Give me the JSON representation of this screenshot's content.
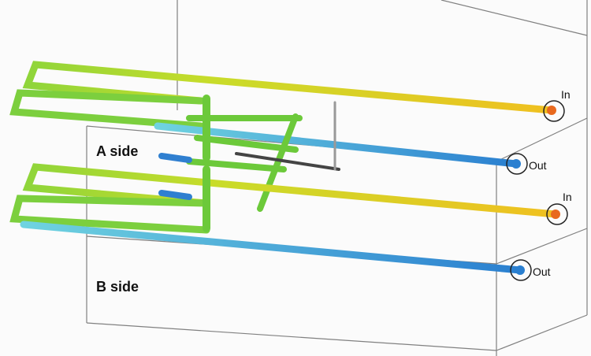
{
  "labels": {
    "a_side": "A side",
    "b_side": "B side",
    "a_in": "In",
    "a_out": "Out",
    "b_in": "In",
    "b_out": "Out"
  },
  "colors": {
    "inlet_pipe": "#e8d21c",
    "outlet_pipe": "#3db5d8",
    "manifold": "#6cc93a",
    "port": "#e8691e",
    "frame": "#777777"
  }
}
